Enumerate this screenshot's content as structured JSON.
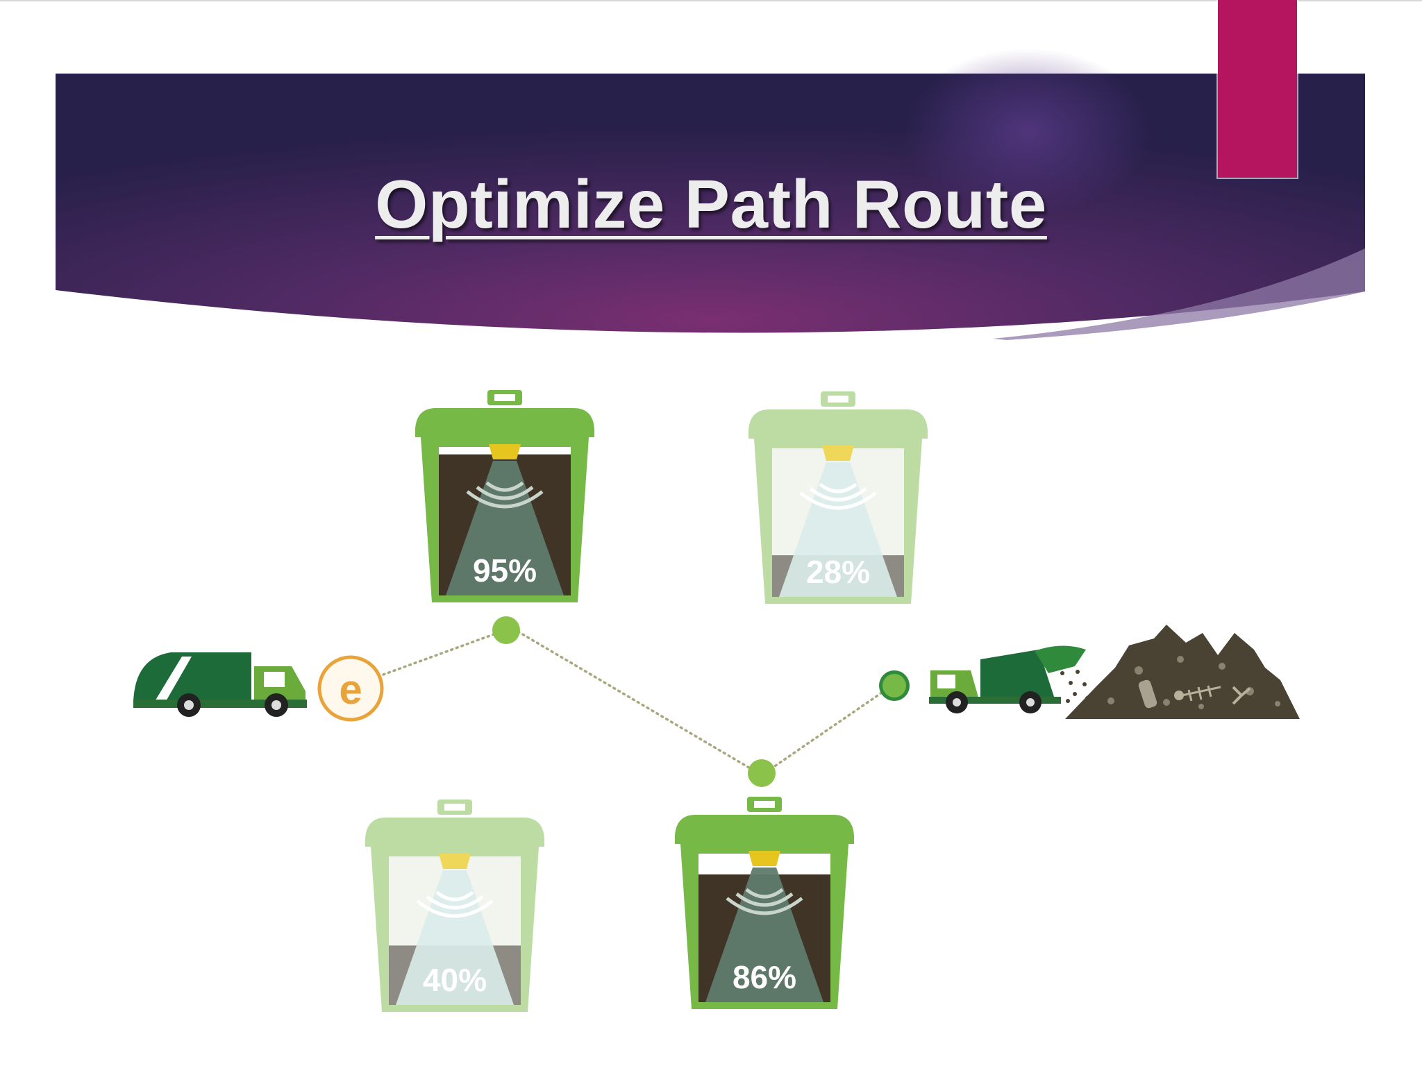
{
  "slide": {
    "title": "Optimize Path Route"
  },
  "colors": {
    "banner_dark": "#2a1f48",
    "banner_mid": "#6a2a6a",
    "accent_tab": "#b5145e",
    "bin_green": "#76b947",
    "bin_green_faded": "#bcdca4",
    "truck_dark_green": "#1e6b3a",
    "route_dot": "#8bc34a",
    "depot_ring": "#e8a33a",
    "landfill": "#4a4233"
  },
  "bins": [
    {
      "name": "bin-top-left",
      "fill_label": "95%",
      "fill_level": 0.95,
      "on_route": true
    },
    {
      "name": "bin-top-right",
      "fill_label": "28%",
      "fill_level": 0.28,
      "on_route": false
    },
    {
      "name": "bin-bottom-left",
      "fill_label": "40%",
      "fill_level": 0.4,
      "on_route": false
    },
    {
      "name": "bin-bottom-right",
      "fill_label": "86%",
      "fill_level": 0.86,
      "on_route": true
    }
  ],
  "icons": {
    "start_truck": "garbage-truck-icon",
    "depot": "depot-e-icon",
    "end_truck": "dumping-truck-icon",
    "landfill": "landfill-icon"
  }
}
